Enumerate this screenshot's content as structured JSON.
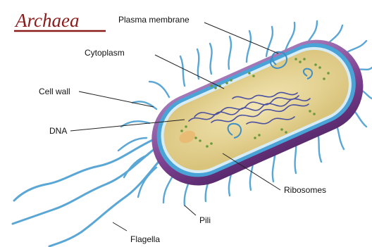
{
  "title": "Archaea",
  "labels": {
    "plasma_membrane": "Plasma membrane",
    "cytoplasm": "Cytoplasm",
    "cell_wall": "Cell wall",
    "dna": "DNA",
    "ribosomes": "Ribosomes",
    "pili": "Pili",
    "flagella": "Flagella"
  },
  "colors": {
    "title": "#8b1a1a",
    "outer_capsule": "#7b3f8f",
    "cell_wall": "#4aa3d6",
    "cytoplasm": "#e9d9a0",
    "dna": "#4b4fa0",
    "pili": "#5aa7d6",
    "ribosomes": "#6a9a3a"
  }
}
